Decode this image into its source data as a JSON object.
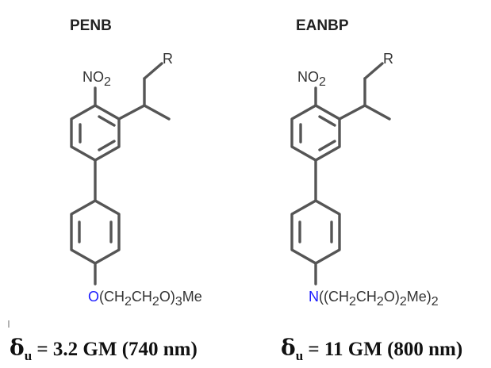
{
  "structures": [
    {
      "name": "PENB",
      "nitro": {
        "main": "NO",
        "sub": "2"
      },
      "r_group": "R",
      "substituent": {
        "heteroatom": "O",
        "tail_prefix": "(CH",
        "tail_sub1": "2",
        "tail_mid": "CH",
        "tail_sub2": "2",
        "tail_o": "O)",
        "tail_sub3": "3",
        "tail_end": "Me"
      },
      "cross_section": {
        "symbol": "δ",
        "sub": "u",
        "text": " = 3.2 GM (740 nm)"
      },
      "heteroatom_color": "#1c1cff"
    },
    {
      "name": "EANBP",
      "nitro": {
        "main": "NO",
        "sub": "2"
      },
      "r_group": "R",
      "substituent": {
        "heteroatom": "N",
        "tail_prefix": "((CH",
        "tail_sub1": "2",
        "tail_mid": "CH",
        "tail_sub2": "2",
        "tail_o": "O)",
        "tail_sub3": "2",
        "tail_end": "Me)",
        "tail_sub4": "2"
      },
      "cross_section": {
        "symbol": "δ",
        "sub": "u",
        "text": " = 11 GM (800 nm)"
      },
      "heteroatom_color": "#1c1cff"
    }
  ],
  "bond_color": "#555555"
}
